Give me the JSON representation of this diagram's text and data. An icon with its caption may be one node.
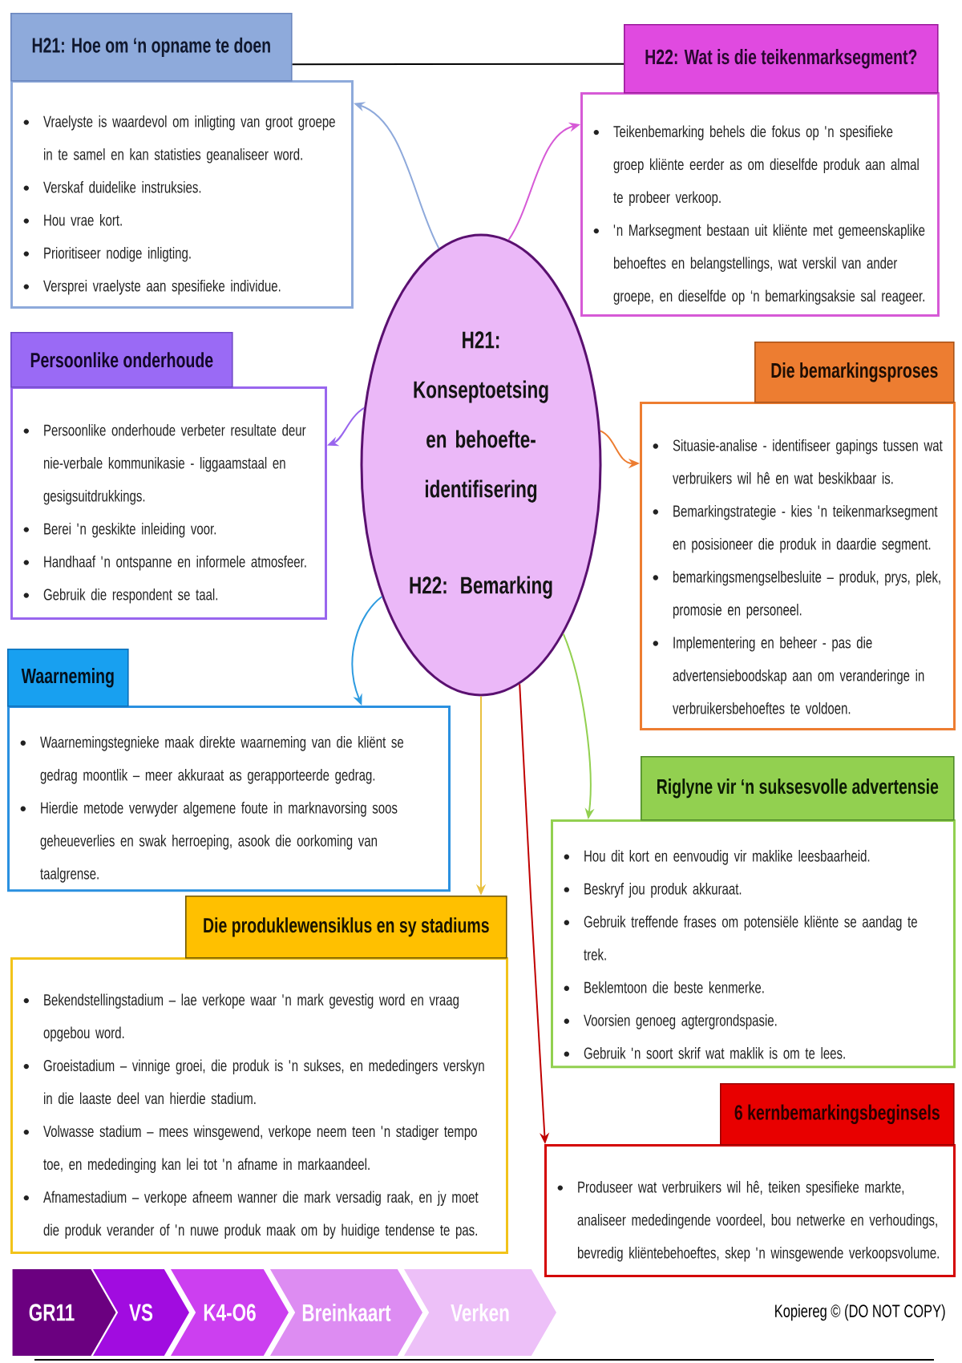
{
  "diagram": {
    "nodes": [
      {
        "text": [
          "H21: Hoe om ‘n opname te doen"
        ]
      },
      {
        "text": [
          "Vraelyste is waardevol om inligting van groot groepe in te samel en kan statisties geanaliseer word.",
          "Verskaf duidelike instruksies.",
          "Hou vrae kort.",
          "Prioritiseer nodige inligting.",
          "Versprei vraelyste aan spesifieke individue."
        ]
      },
      {
        "text": [
          "H22: Wat is die teikenmarksegment?"
        ]
      },
      {
        "text": [
          "Teikenbemarking behels die fokus op 'n spesifieke groep kliënte eerder as om dieselfde produk aan almal te probeer verkoop.",
          "'n Marksegment bestaan uit kliënte met gemeenskaplike behoeftes en belangstellings, wat verskil van ander groepe, en dieselfde op ‘n bemarkingsaksie sal reageer."
        ]
      },
      {
        "text": [
          "H21: Konseptoetsing en behoefte-identifisering",
          "H22: Bemarking"
        ]
      },
      {
        "text": [
          "Persoonlike onderhoude"
        ]
      },
      {
        "text": [
          "Persoonlike onderhoude verbeter resultate deur nie-verbale kommunikasie - liggaamstaal en gesigsuitdrukkings.",
          "Berei 'n geskikte inleiding voor.",
          "Handhaaf 'n ontspanne en informele atmosfeer.",
          "Gebruik die respondent se taal."
        ]
      },
      {
        "text": [
          "Die bemarkingsproses"
        ]
      },
      {
        "text": [
          "Situasie-analise - identifiseer gapings tussen wat verbruikers wil hê en wat beskikbaar is.",
          "Bemarkingstrategie - kies 'n teikenmarksegment en posisioneer die produk in daardie segment.",
          "bemarkingsmengselbesluite – produk, prys, plek, promosie en personeel.",
          "Implementering en beheer - pas die advertensieboodskap aan om veranderinge in verbruikersbehoeftes te voldoen."
        ]
      },
      {
        "text": [
          "Waarneming"
        ]
      },
      {
        "text": [
          "Waarnemingstegnieke maak direkte waarneming van die kliënt se gedrag moontlik – meer akkuraat as gerapporteerde gedrag.",
          "Hierdie metode verwyder algemene foute in marknavorsing soos geheueverlies en swak herroeping, asook die oorkoming van taalgrense."
        ]
      },
      {
        "text": [
          "Riglyne vir ‘n suksesvolle advertensie"
        ]
      },
      {
        "text": [
          "Hou dit kort en eenvoudig vir maklike leesbaarheid.",
          "Beskryf jou produk akkuraat.",
          "Gebruik treffende frases om potensiële kliënte se aandag te trek.",
          "Beklemtoon die beste kenmerke.",
          "Voorsien genoeg agtergrondspasie.",
          "Gebruik 'n soort skrif wat maklik is om te lees."
        ]
      },
      {
        "text": [
          "Die produklewensiklus en sy stadiums"
        ]
      },
      {
        "text": [
          "Bekendstellingstadium – lae verkope waar 'n mark gevestig word en vraag opgebou word.",
          "Groeistadium – vinnige groei, die produk is 'n sukses, en mededingers verskyn in die laaste deel van hierdie stadium.",
          "Volwasse stadium – mees winsgewend, verkope neem teen 'n stadiger tempo toe, en mededinging kan lei tot 'n afname in markaandeel.",
          "Afnamestadium – verkope afneem wanner die mark versadig raak, en jy moet die produk verander of 'n nuwe produk maak om by huidige tendense te pas."
        ]
      },
      {
        "text": [
          "6 kernbemarkingsbeginsels"
        ]
      },
      {
        "text": [
          "Produseer wat verbruikers wil hê, teiken spesifieke markte, analiseer mededingende voordeel, bou netwerke en verhoudings, bevredig kliëntebehoeftes, skep 'n winsgewende verkoopsvolume."
        ]
      },
      {
        "text": [
          "GR11"
        ]
      },
      {
        "text": [
          "VS"
        ]
      },
      {
        "text": [
          "K4-O6"
        ]
      },
      {
        "text": [
          "Breinkaart"
        ]
      },
      {
        "text": [
          "Verken"
        ]
      }
    ],
    "edges": [
      {
        "from": 0,
        "to": 2,
        "arrow": "none",
        "color": "#000000"
      },
      {
        "from": 4,
        "to": 1,
        "arrow": "to",
        "color": "#8ea9db"
      },
      {
        "from": 4,
        "to": 3,
        "arrow": "to",
        "color": "#d65ad6"
      },
      {
        "from": 4,
        "to": 6,
        "arrow": "to",
        "color": "#9966ee"
      },
      {
        "from": 4,
        "to": 8,
        "arrow": "to",
        "color": "#ed7d31"
      },
      {
        "from": 4,
        "to": 10,
        "arrow": "to",
        "color": "#2e9be0"
      },
      {
        "from": 4,
        "to": 12,
        "arrow": "to",
        "color": "#92d050"
      },
      {
        "from": 4,
        "to": 13,
        "arrow": "to",
        "color": "#e8c040"
      },
      {
        "from": 4,
        "to": 16,
        "arrow": "to",
        "color": "#c00000"
      }
    ],
    "labels": [
      "Kopiereg © (DO NOT COPY)"
    ]
  }
}
